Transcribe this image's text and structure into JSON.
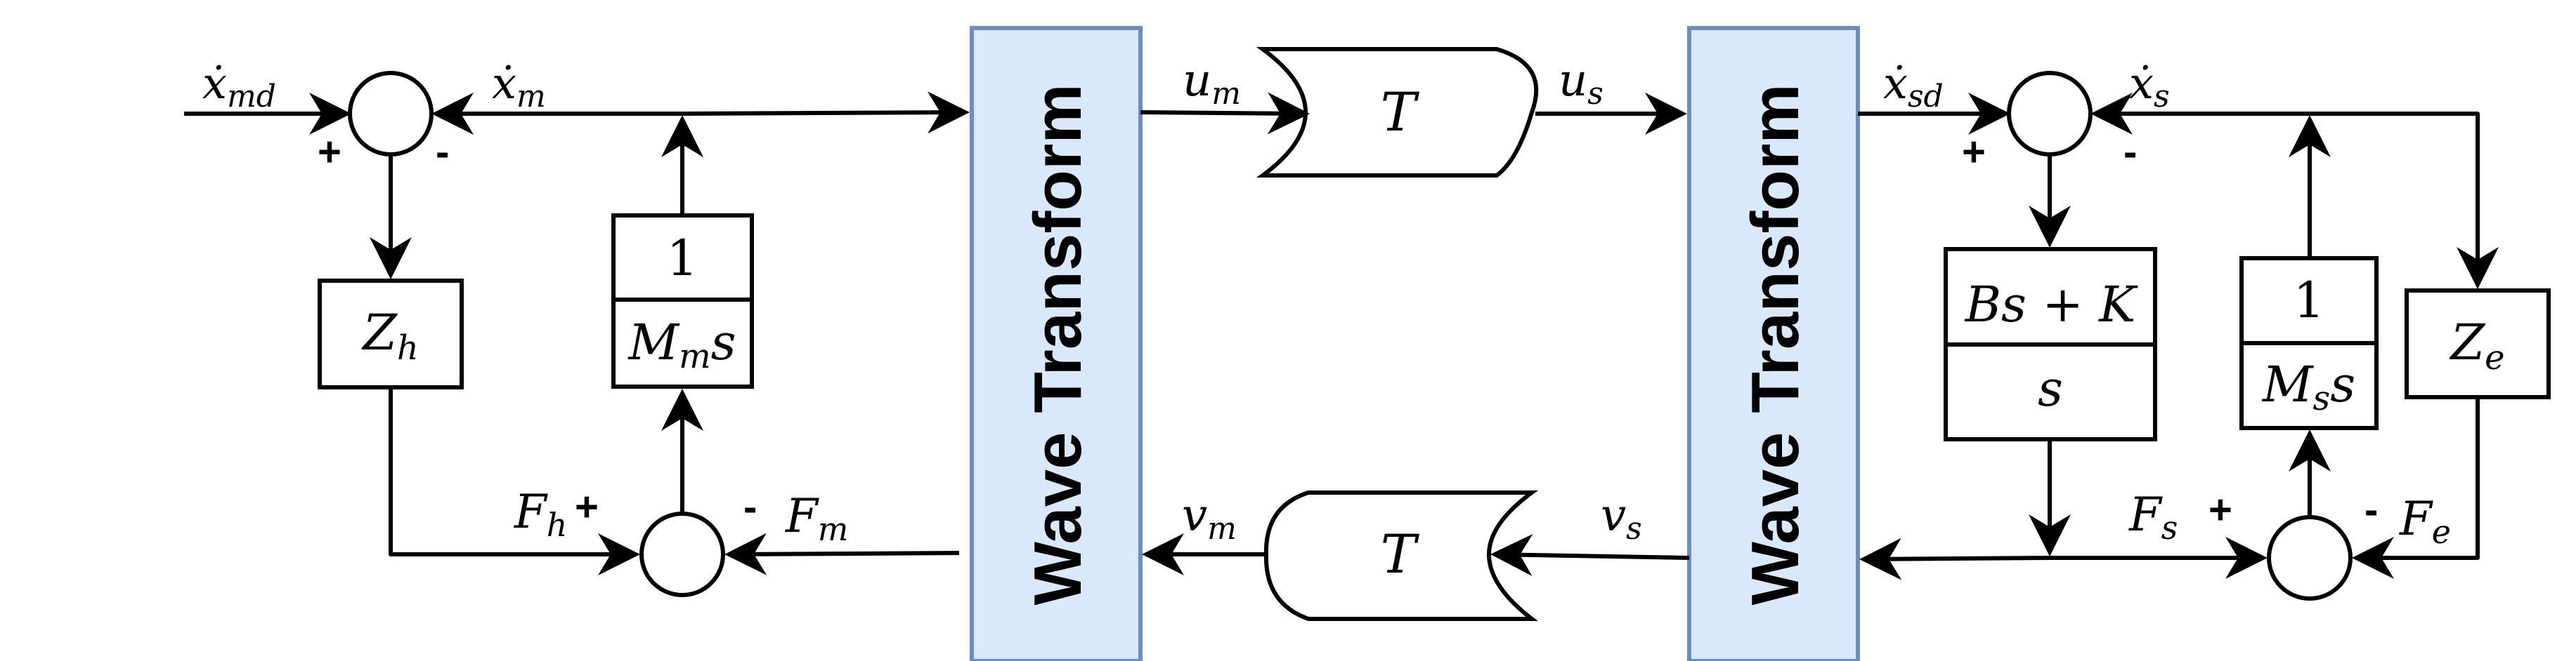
{
  "diagram": {
    "wave_transform_labels": [
      "Wave  Transform",
      "Wave  Transform"
    ],
    "master": {
      "input_velocity": {
        "base": "ẋ",
        "sub": "md"
      },
      "feedback_velocity": {
        "base": "ẋ",
        "sub": "m"
      },
      "human_block": {
        "base": "Z",
        "sub": "h"
      },
      "dynamics_block": {
        "numerator": "1",
        "den_base": "M",
        "den_sub": "m",
        "den_tail": "s"
      },
      "human_force": {
        "base": "F",
        "sub": "h"
      },
      "wave_force": {
        "base": "F",
        "sub": "m"
      },
      "sum_top_signs": {
        "plus": "+",
        "minus": "-"
      },
      "sum_bottom_signs": {
        "plus": "+",
        "minus": "-"
      }
    },
    "channel": {
      "forward_in": {
        "base": "u",
        "sub": "m"
      },
      "forward_out": {
        "base": "u",
        "sub": "s"
      },
      "backward_in": {
        "base": "v",
        "sub": "s"
      },
      "backward_out": {
        "base": "v",
        "sub": "m"
      },
      "delay_top": "T",
      "delay_bottom": "T"
    },
    "slave": {
      "desired_velocity": {
        "base": "ẋ",
        "sub": "sd"
      },
      "feedback_velocity": {
        "base": "ẋ",
        "sub": "s"
      },
      "controller_block": {
        "numerator": "Bs + K",
        "denominator": "s"
      },
      "dynamics_block": {
        "numerator": "1",
        "den_base": "M",
        "den_sub": "s",
        "den_tail": "s"
      },
      "environment_block": {
        "base": "Z",
        "sub": "e"
      },
      "slave_force": {
        "base": "F",
        "sub": "s"
      },
      "env_force": {
        "base": "F",
        "sub": "e"
      },
      "sum_top_signs": {
        "plus": "+",
        "minus": "-"
      },
      "sum_bottom_signs": {
        "plus": "+",
        "minus": "-"
      }
    }
  }
}
